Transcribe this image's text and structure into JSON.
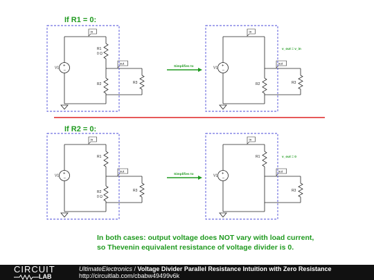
{
  "section1_title": "If R1 = 0:",
  "section2_title": "If R2 = 0:",
  "simplifies_label": "Simplifies to",
  "labels": {
    "v1": "V1",
    "r1": "R1",
    "r2": "R2",
    "r3": "R3",
    "zero_ohm": "0 Ω",
    "in": "in",
    "out": "out",
    "vout_eq_vin": "v_out = v_in",
    "vout_eq_zero": "v_out = 0"
  },
  "conclusion": {
    "line1": "In both cases: output voltage does NOT vary with load current,",
    "line2": "so Thevenin equivalent resistance of voltage divider is 0."
  },
  "footer": {
    "logo_top": "CIRCUIT",
    "logo_bottom": "LAB",
    "brand": "UltimateElectronics",
    "separator": " / ",
    "title": "Voltage Divider Parallel Resistance Intuition with Zero Resistance",
    "url": "http://circuitlab.com/cbabw49499v6k"
  },
  "colors": {
    "green": "#1f9a1f",
    "dashed_box": "#4a4ad8",
    "divider": "#dd2222",
    "wire": "#222222"
  }
}
